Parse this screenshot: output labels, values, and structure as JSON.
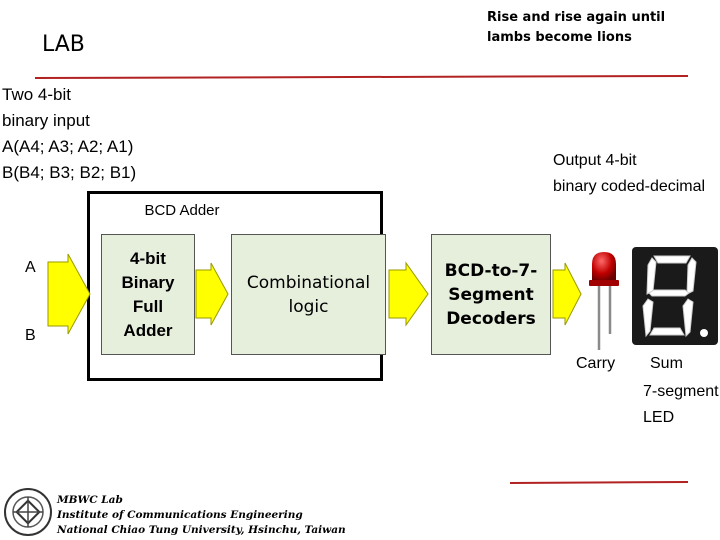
{
  "slide_title": "LAB",
  "motto": "Rise and rise again until lambs become lions",
  "inputs_text": [
    "Two 4-bit",
    "binary input",
    "A(A4; A3; A2; A1)",
    "B(B4; B3; B2; B1)"
  ],
  "output_text": [
    "Output 4-bit",
    "binary coded-decimal"
  ],
  "bcd_box_label": "BCD Adder",
  "blocks": {
    "adder": [
      "4-bit",
      "Binary",
      "Full",
      "Adder"
    ],
    "logic": [
      "Combinational",
      "logic"
    ],
    "decoder": [
      "BCD-to-7-",
      "Segment",
      "Decoders"
    ]
  },
  "input_labels": {
    "a": "A",
    "b": "B"
  },
  "output_labels": {
    "carry": "Carry",
    "sum": "Sum",
    "seven_segment": "7-segment",
    "led": "LED"
  },
  "footer_lines": [
    "MBWC Lab",
    "Institute of Communications Engineering",
    "National Chiao Tung University, Hsinchu, Taiwan"
  ],
  "colors": {
    "accent_red": "#b22222",
    "arrow_fill": "#ffff00",
    "arrow_stroke": "#9a9a00",
    "block_fill": "#e6eedc"
  },
  "icons": [
    "led-icon",
    "seven-segment-display-icon",
    "university-seal-icon"
  ]
}
